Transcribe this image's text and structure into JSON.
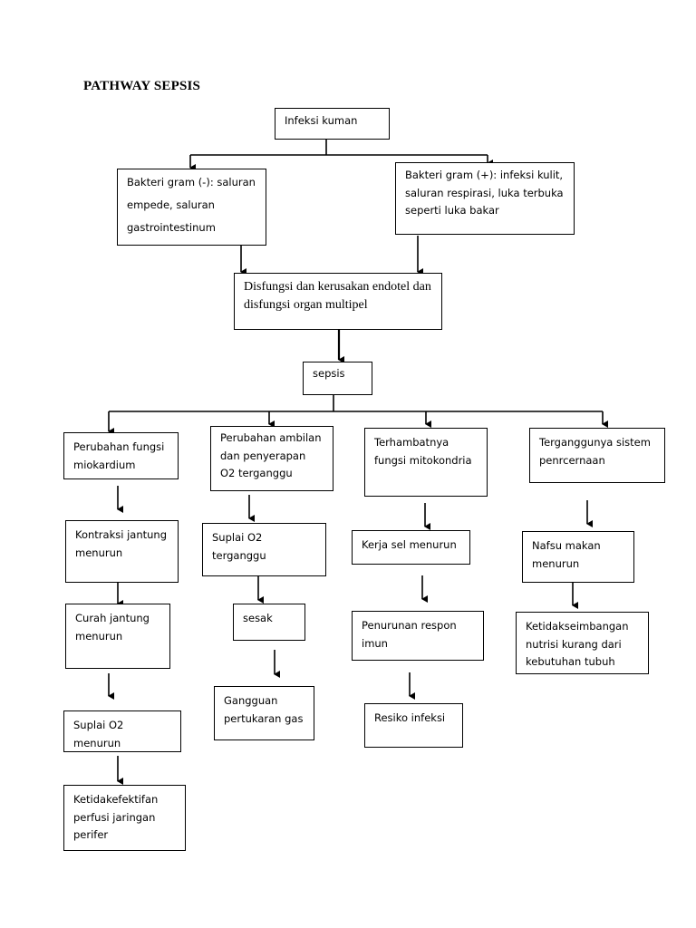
{
  "title": "PATHWAY SEPSIS",
  "nodes": {
    "infeksi": "Infeksi kuman",
    "gram_neg": "Bakteri gram (-): saluran empede, saluran gastrointestinum",
    "gram_pos": "Bakteri gram (+): infeksi kulit, saluran respirasi, luka terbuka seperti luka bakar",
    "disfungsi": "Disfungsi dan kerusakan endotel dan disfungsi organ multipel",
    "sepsis": "sepsis",
    "col1": [
      "Perubahan fungsi miokardium",
      "Kontraksi jantung menurun",
      "Curah jantung menurun",
      "Suplai O2 menurun",
      "Ketidakefektifan perfusi jaringan perifer"
    ],
    "col2": [
      "Perubahan ambilan dan penyerapan O2 terganggu",
      "Suplai O2 terganggu",
      "sesak",
      "Gangguan pertukaran gas"
    ],
    "col3": [
      "Terhambatnya fungsi mitokondria",
      "Kerja sel menurun",
      "Penurunan respon imun",
      "Resiko infeksi"
    ],
    "col4": [
      "Terganggunya sistem penrcernaan",
      "Nafsu makan menurun",
      "Ketidakseimbangan nutrisi kurang dari kebutuhan tubuh"
    ]
  }
}
